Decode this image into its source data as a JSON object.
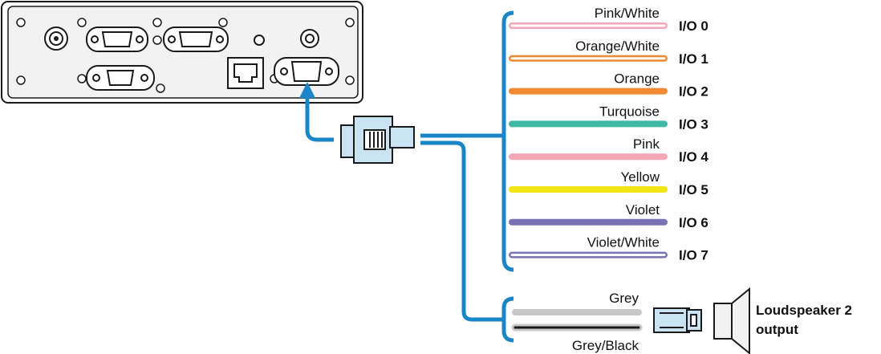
{
  "io_wires": [
    {
      "color_name": "Pink/White",
      "io_label": "I/O 0",
      "color": "#f4a7b4",
      "striped": true
    },
    {
      "color_name": "Orange/White",
      "io_label": "I/O 1",
      "color": "#f08a32",
      "striped": true
    },
    {
      "color_name": "Orange",
      "io_label": "I/O 2",
      "color": "#f08a32",
      "striped": false
    },
    {
      "color_name": "Turquoise",
      "io_label": "I/O 3",
      "color": "#3fb8a5",
      "striped": false
    },
    {
      "color_name": "Pink",
      "io_label": "I/O 4",
      "color": "#f4a7b4",
      "striped": false
    },
    {
      "color_name": "Yellow",
      "io_label": "I/O 5",
      "color": "#f2e415",
      "striped": false
    },
    {
      "color_name": "Violet",
      "io_label": "I/O 6",
      "color": "#7a72b5",
      "striped": false
    },
    {
      "color_name": "Violet/White",
      "io_label": "I/O 7",
      "color": "#7a72b5",
      "striped": true
    }
  ],
  "speaker_wires": [
    {
      "color_name": "Grey",
      "color": "#c8c8c8",
      "striped": false
    },
    {
      "color_name": "Grey/Black",
      "color": "#c8c8c8",
      "striped": true
    }
  ],
  "loudspeaker": {
    "line1": "Loudspeaker 2",
    "line2": "output"
  },
  "colors": {
    "cable": "#1a86c8",
    "outline": "#1a1a1a",
    "panel": "#f2f2f2",
    "connector": "#c9e3f3"
  }
}
